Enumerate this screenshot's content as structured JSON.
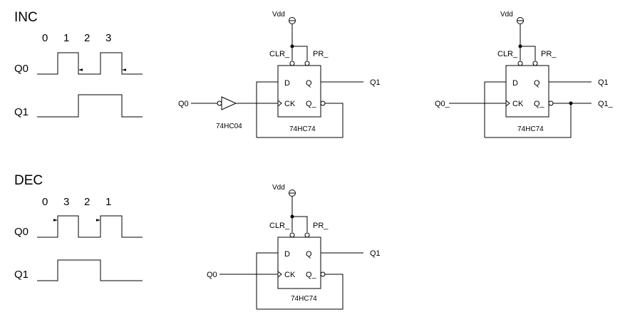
{
  "inc": {
    "title": "INC",
    "states": [
      "0",
      "1",
      "2",
      "3"
    ],
    "q0_label": "Q0",
    "q1_label": "Q1",
    "circuit1": {
      "vdd": "Vdd",
      "clr": "CLR_",
      "pr": "PR_",
      "d": "D",
      "q": "Q",
      "ck": "CK",
      "qn": "Q_",
      "chip": "74HC74",
      "inverter": "74HC04",
      "input": "Q0",
      "output": "Q1"
    },
    "circuit2": {
      "vdd": "Vdd",
      "clr": "CLR_",
      "pr": "PR_",
      "d": "D",
      "q": "Q",
      "ck": "CK",
      "qn": "Q_",
      "chip": "74HC74",
      "input": "Q0_",
      "output_q": "Q1",
      "output_qn": "Q1_"
    }
  },
  "dec": {
    "title": "DEC",
    "states": [
      "0",
      "3",
      "2",
      "1"
    ],
    "q0_label": "Q0",
    "q1_label": "Q1",
    "circuit": {
      "vdd": "Vdd",
      "clr": "CLR_",
      "pr": "PR_",
      "d": "D",
      "q": "Q",
      "ck": "CK",
      "qn": "Q_",
      "chip": "74HC74",
      "input": "Q0",
      "output": "Q1"
    }
  }
}
